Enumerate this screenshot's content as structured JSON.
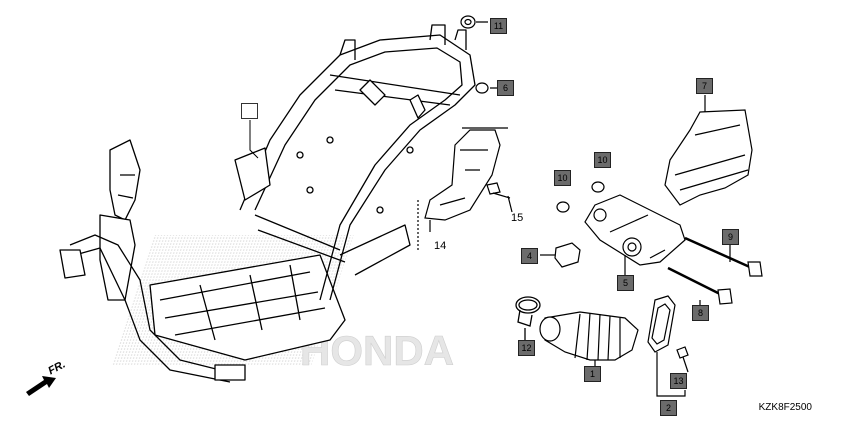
{
  "diagram": {
    "code": "KZK8F2500",
    "direction_label": "FR.",
    "watermark": "HONDA",
    "callouts": [
      {
        "id": "11",
        "label": "11"
      },
      {
        "id": "6",
        "label": "6"
      },
      {
        "id": "7",
        "label": "7"
      },
      {
        "id": "10a",
        "label": "10"
      },
      {
        "id": "10b",
        "label": "10"
      },
      {
        "id": "9",
        "label": "9"
      },
      {
        "id": "4",
        "label": "4"
      },
      {
        "id": "5",
        "label": "5"
      },
      {
        "id": "8",
        "label": "8"
      },
      {
        "id": "12",
        "label": "12"
      },
      {
        "id": "1",
        "label": "1"
      },
      {
        "id": "13",
        "label": "13"
      },
      {
        "id": "2",
        "label": "2"
      },
      {
        "id": "blank",
        "label": ""
      }
    ],
    "plain_labels": [
      {
        "id": "15",
        "label": "15"
      },
      {
        "id": "14",
        "label": "14"
      }
    ],
    "colors": {
      "callout_fill": "#6b6b6b",
      "line": "#000000",
      "watermark": "#e6e6e6"
    }
  }
}
